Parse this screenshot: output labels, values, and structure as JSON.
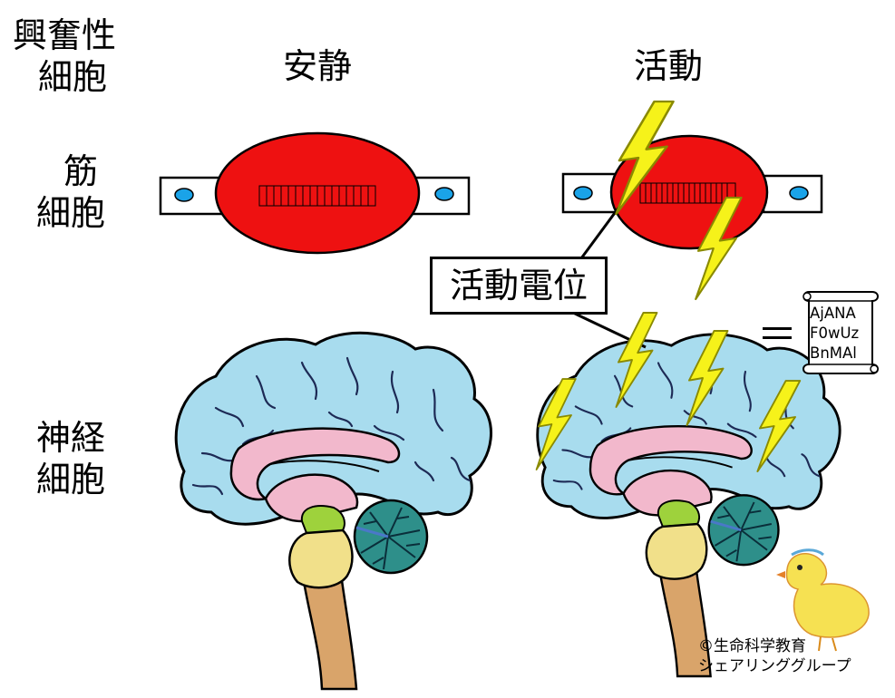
{
  "row_labels": {
    "excitable_cell": [
      "興奮性",
      "細胞"
    ],
    "muscle_cell": [
      "筋",
      "細胞"
    ],
    "nerve_cell": [
      "神経",
      "細胞"
    ]
  },
  "column_labels": {
    "rest": "安静",
    "active": "活動"
  },
  "callout": "活動電位",
  "equals_sign": "＝",
  "scroll_text": [
    "AjANA",
    "F0wUz",
    "BnMAl"
  ],
  "credit": [
    "©生命科学教育",
    "シェアリンググループ"
  ],
  "colors": {
    "muscle_body": "#ee1111",
    "tendon": "#ffffff",
    "tendon_dot": "#1aa3e8",
    "cortex": "#a8dcee",
    "corpus_callosum": "#f2b8cc",
    "brainstem_yellow": "#f1e08a",
    "brainstem_green": "#9ed23c",
    "spinal_cord": "#d9a46a",
    "cerebellum": "#2e8f8a",
    "lightning": "#f6f21a"
  }
}
